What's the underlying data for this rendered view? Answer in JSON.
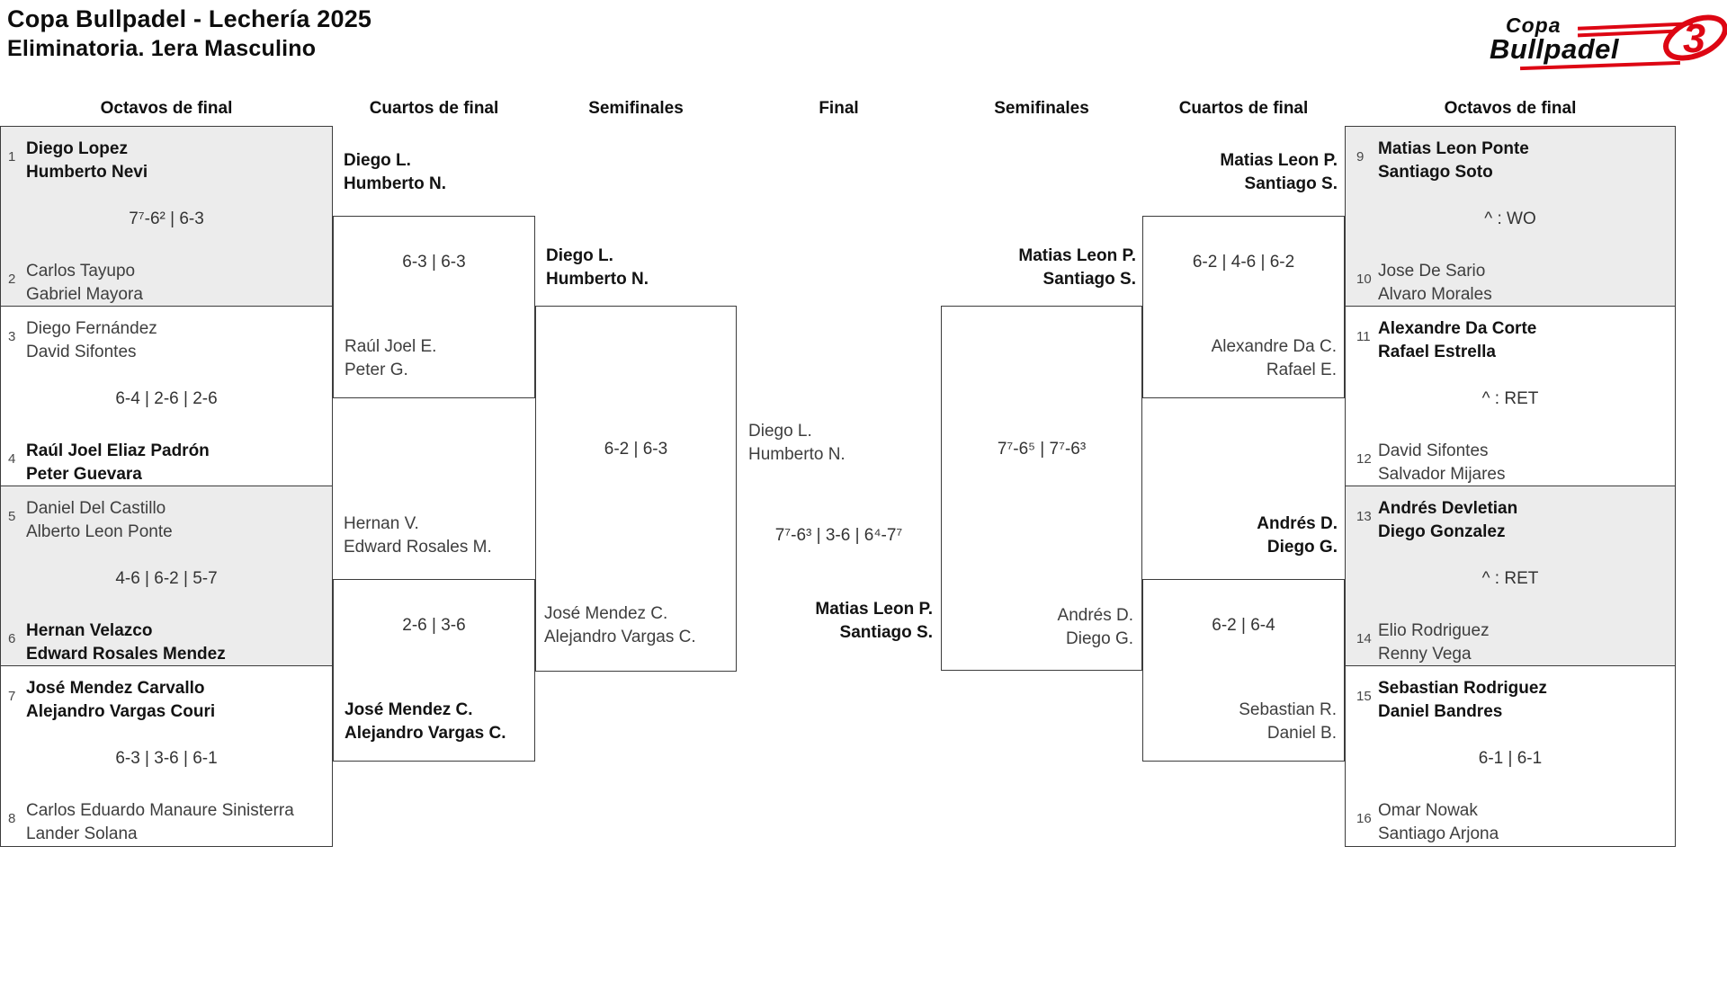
{
  "title": {
    "line1": "Copa Bullpadel - Lechería 2025",
    "line2": "Eliminatoria. 1era Masculino"
  },
  "logo": {
    "top": "Copa",
    "main": "Bullpadel",
    "mark": "3"
  },
  "colors": {
    "accent_red": "#dd0613",
    "box_gray": "#ececec",
    "line": "#3c3c3c"
  },
  "rounds": {
    "r1": "Octavos de final",
    "r2": "Cuartos de final",
    "r3": "Semifinales",
    "r4": "Final",
    "r5": "Semifinales",
    "r6": "Cuartos de final",
    "r7": "Octavos de final"
  },
  "octavos_left": {
    "m1": {
      "seed_a": "1",
      "a1": "Diego Lopez",
      "a2": "Humberto Nevi",
      "score": "7⁷-6² | 6-3",
      "seed_b": "2",
      "b1": "Carlos Tayupo",
      "b2": "Gabriel Mayora"
    },
    "m2": {
      "seed_a": "3",
      "a1": "Diego Fernández",
      "a2": "David Sifontes",
      "score": "6-4 | 2-6 | 2-6",
      "seed_b": "4",
      "b1": "Raúl Joel Eliaz Padrón",
      "b2": "Peter Guevara"
    },
    "m3": {
      "seed_a": "5",
      "a1": "Daniel Del Castillo",
      "a2": "Alberto Leon Ponte",
      "score": "4-6 | 6-2 | 5-7",
      "seed_b": "6",
      "b1": "Hernan Velazco",
      "b2": "Edward Rosales Mendez"
    },
    "m4": {
      "seed_a": "7",
      "a1": "José Mendez Carvallo",
      "a2": "Alejandro Vargas Couri",
      "score": "6-3 | 3-6 | 6-1",
      "seed_b": "8",
      "b1": "Carlos Eduardo Manaure Sinisterra",
      "b2": "Lander Solana"
    }
  },
  "cuartos_left": {
    "m1": {
      "t1a": "Diego L.",
      "t1b": "Humberto N.",
      "score": "6-3 | 6-3",
      "t2a": "Raúl Joel E.",
      "t2b": "Peter G."
    },
    "m2": {
      "t1a": "Hernan V.",
      "t1b": "Edward Rosales M.",
      "score": "2-6 | 3-6",
      "t2a": "José Mendez C.",
      "t2b": "Alejandro Vargas C."
    }
  },
  "semi_left": {
    "t1a": "Diego L.",
    "t1b": "Humberto N.",
    "score": "6-2 | 6-3",
    "t2a": "José Mendez C.",
    "t2b": "Alejandro Vargas C."
  },
  "final": {
    "t1a": "Diego L.",
    "t1b": "Humberto N.",
    "score": "7⁷-6³ | 3-6 | 6⁴-7⁷",
    "t2a": "Matias Leon P.",
    "t2b": "Santiago S."
  },
  "semi_right": {
    "t1a": "Matias Leon P.",
    "t1b": "Santiago S.",
    "score": "7⁷-6⁵ | 7⁷-6³",
    "t2a": "Andrés D.",
    "t2b": "Diego G."
  },
  "cuartos_right": {
    "m1": {
      "t1a": "Matias Leon P.",
      "t1b": "Santiago S.",
      "score": "6-2 | 4-6 | 6-2",
      "t2a": "Alexandre Da C.",
      "t2b": "Rafael E."
    },
    "m2": {
      "t1a": "Andrés D.",
      "t1b": "Diego G.",
      "score": "6-2 | 6-4",
      "t2a": "Sebastian R.",
      "t2b": "Daniel B."
    }
  },
  "octavos_right": {
    "m1": {
      "seed_a": "9",
      "a1": "Matias Leon Ponte",
      "a2": "Santiago Soto",
      "score": "^ : WO",
      "seed_b": "10",
      "b1": "Jose De Sario",
      "b2": "Alvaro Morales"
    },
    "m2": {
      "seed_a": "11",
      "a1": "Alexandre Da Corte",
      "a2": "Rafael Estrella",
      "score": "^ : RET",
      "seed_b": "12",
      "b1": "David Sifontes",
      "b2": "Salvador Mijares"
    },
    "m3": {
      "seed_a": "13",
      "a1": "Andrés Devletian",
      "a2": "Diego Gonzalez",
      "score": "^ : RET",
      "seed_b": "14",
      "b1": "Elio Rodriguez",
      "b2": "Renny Vega"
    },
    "m4": {
      "seed_a": "15",
      "a1": "Sebastian Rodriguez",
      "a2": "Daniel Bandres",
      "score": "6-1 | 6-1",
      "seed_b": "16",
      "b1": "Omar Nowak",
      "b2": "Santiago Arjona"
    }
  }
}
